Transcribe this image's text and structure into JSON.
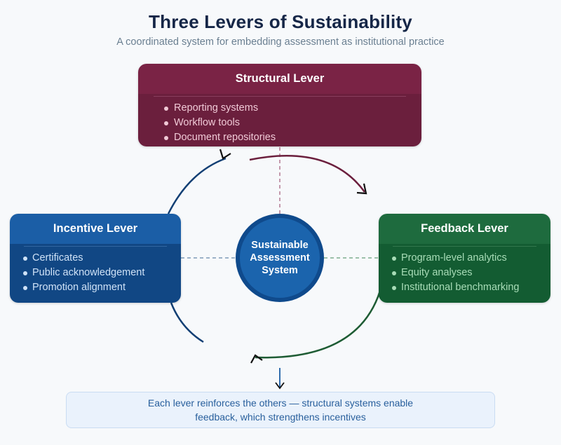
{
  "header": {
    "title": "Three Levers of Sustainability",
    "subtitle": "A coordinated system for embedding assessment as institutional practice"
  },
  "levers": {
    "structural": {
      "title": "Structural Lever",
      "items": [
        "Reporting systems",
        "Workflow tools",
        "Document repositories"
      ],
      "color": "#7a2345"
    },
    "incentive": {
      "title": "Incentive Lever",
      "items": [
        "Certificates",
        "Public acknowledgement",
        "Promotion alignment"
      ],
      "color": "#1b5ea6"
    },
    "feedback": {
      "title": "Feedback Lever",
      "items": [
        "Program-level analytics",
        "Equity analyses",
        "Institutional benchmarking"
      ],
      "color": "#1e6b3e"
    }
  },
  "center": {
    "label": "Sustainable\nAssessment\nSystem"
  },
  "note": {
    "text": "Each lever reinforces the others — structural systems enable feedback, which strengthens incentives"
  }
}
